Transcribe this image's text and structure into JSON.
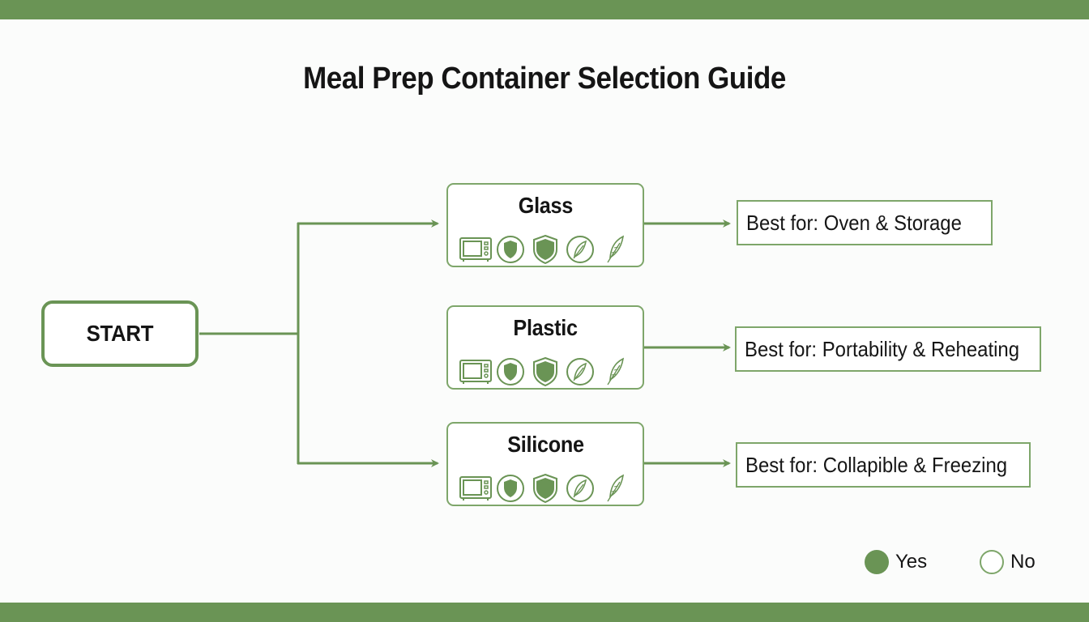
{
  "title": "Meal Prep Container Selection Guide",
  "colors": {
    "accent": "#6a9455",
    "border": "#7ea66a",
    "background": "#fbfcfb",
    "text": "#151515"
  },
  "start": {
    "label": "START"
  },
  "containers": [
    {
      "name": "Glass",
      "best_for": "Best for: Oven & Storage",
      "icons": [
        "microwave-icon",
        "shield-circle-icon",
        "shield-icon",
        "feather-circle-icon",
        "feather-icon"
      ]
    },
    {
      "name": "Plastic",
      "best_for": "Best for: Portability & Reheating",
      "icons": [
        "microwave-icon",
        "shield-circle-icon",
        "shield-icon",
        "feather-circle-icon",
        "feather-icon"
      ]
    },
    {
      "name": "Silicone",
      "best_for": "Best for: Collapible & Freezing",
      "icons": [
        "microwave-icon",
        "shield-circle-icon",
        "shield-icon",
        "feather-circle-icon",
        "feather-icon"
      ]
    }
  ],
  "legend": {
    "yes": "Yes",
    "no": "No"
  }
}
